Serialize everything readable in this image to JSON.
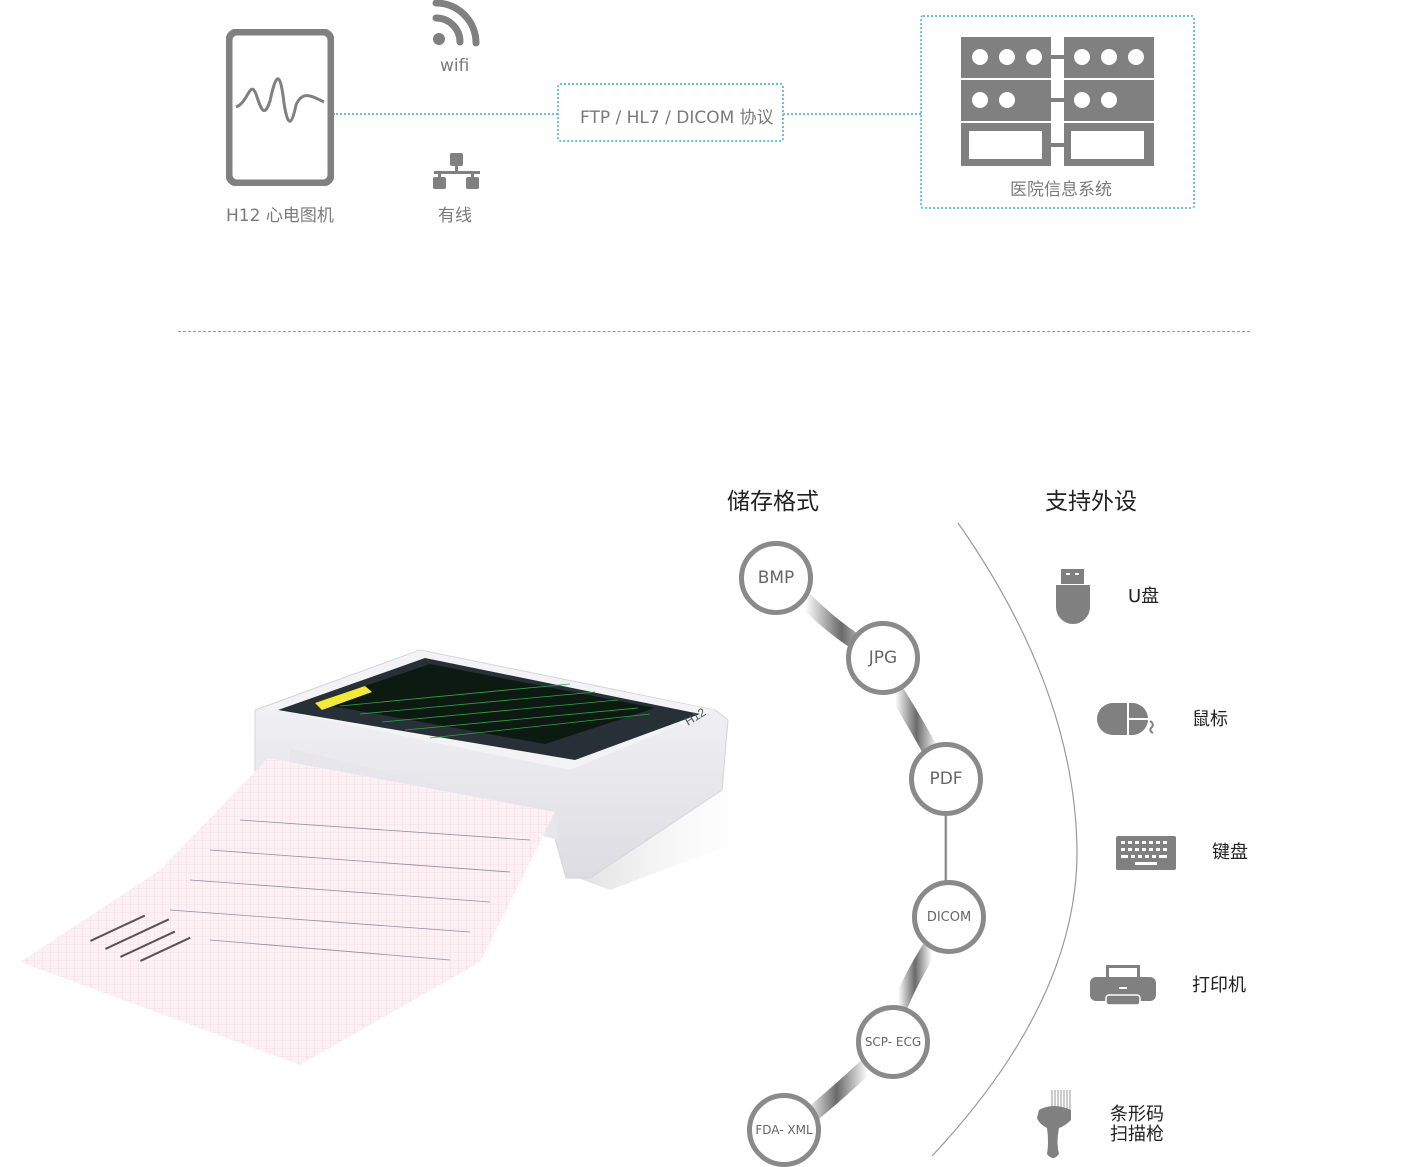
{
  "network": {
    "device_label": "H12 心电图机",
    "wifi_label": "wifi",
    "wired_label": "有线",
    "protocol_label": "FTP / HL7 / DICOM 协议",
    "his_label": "医院信息系统",
    "link_color": "#6cc0e8",
    "icon_color": "#808080"
  },
  "product": {
    "model_mark": "H12"
  },
  "storage": {
    "heading": "储存格式",
    "formats": [
      "BMP",
      "JPG",
      "PDF",
      "DICOM",
      "SCP- ECG",
      "FDA- XML"
    ]
  },
  "peripherals": {
    "heading": "支持外设",
    "items": [
      {
        "icon": "usb-drive-icon",
        "label": "U盘"
      },
      {
        "icon": "mouse-icon",
        "label": "鼠标"
      },
      {
        "icon": "keyboard-icon",
        "label": "键盘"
      },
      {
        "icon": "printer-icon",
        "label": "打印机"
      },
      {
        "icon": "barcode-scanner-icon",
        "label_line1": "条形码",
        "label_line2": "扫描枪"
      }
    ]
  }
}
